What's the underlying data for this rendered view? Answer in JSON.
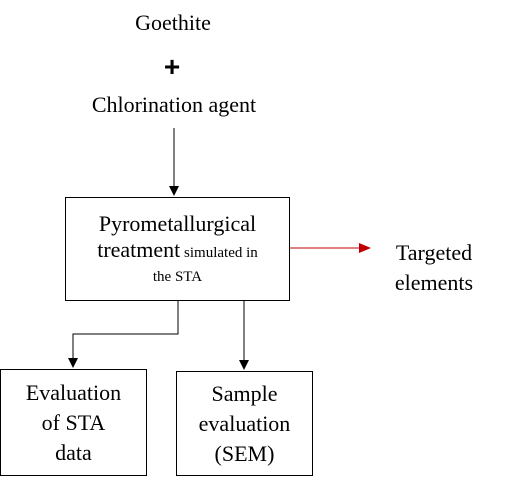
{
  "inputs": {
    "material": "Goethite",
    "plus": "+",
    "agent": "Chlorination agent"
  },
  "process": {
    "line1": "Pyrometallurgical",
    "line2_main": "treatment",
    "line2_small": " simulated in",
    "line3": "the STA"
  },
  "output": {
    "line1": "Targeted",
    "line2": "elements"
  },
  "eval_sta": {
    "line1": "Evaluation",
    "line2": "of STA",
    "line3": "data"
  },
  "eval_sample": {
    "line1": "Sample",
    "line2": "evaluation",
    "line3": "(SEM)"
  },
  "colors": {
    "line": "#000000",
    "output_arrow": "#c00000"
  }
}
